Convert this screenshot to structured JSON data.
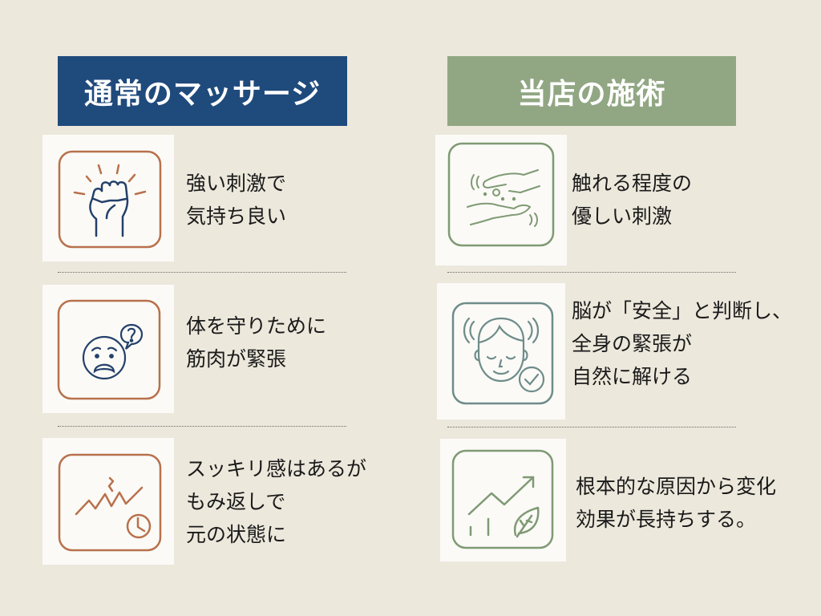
{
  "left_column": {
    "header": "通常のマッサージ",
    "header_color": "#1f4a7c",
    "icon_color": "#b8714c",
    "items": [
      {
        "icon": "fist-burst-icon",
        "lines": [
          "強い刺激で",
          "気持ち良い"
        ]
      },
      {
        "icon": "worried-face-question-icon",
        "lines": [
          "体を守りために",
          "筋肉が緊張"
        ]
      },
      {
        "icon": "zigzag-clock-icon",
        "lines": [
          "スッキリ感はあるが",
          "もみ返しで",
          "元の状態に"
        ]
      }
    ]
  },
  "right_column": {
    "header": "当店の施術",
    "header_color": "#91a783",
    "icon_color": "#7f9a74",
    "items": [
      {
        "icon": "gentle-hands-icon",
        "lines": [
          "触れる程度の",
          "優しい刺激"
        ]
      },
      {
        "icon": "relaxed-face-check-icon",
        "lines": [
          "脳が「安全」と判断し、",
          "全身の緊張が",
          "自然に解ける"
        ]
      },
      {
        "icon": "growth-leaf-icon",
        "lines": [
          "根本的な原因から変化",
          "効果が長持ちする。"
        ]
      }
    ]
  },
  "colors": {
    "background": "#ece8dc",
    "face_icon_color": "#6e8c8a",
    "dark_icon_color": "#24406a"
  }
}
